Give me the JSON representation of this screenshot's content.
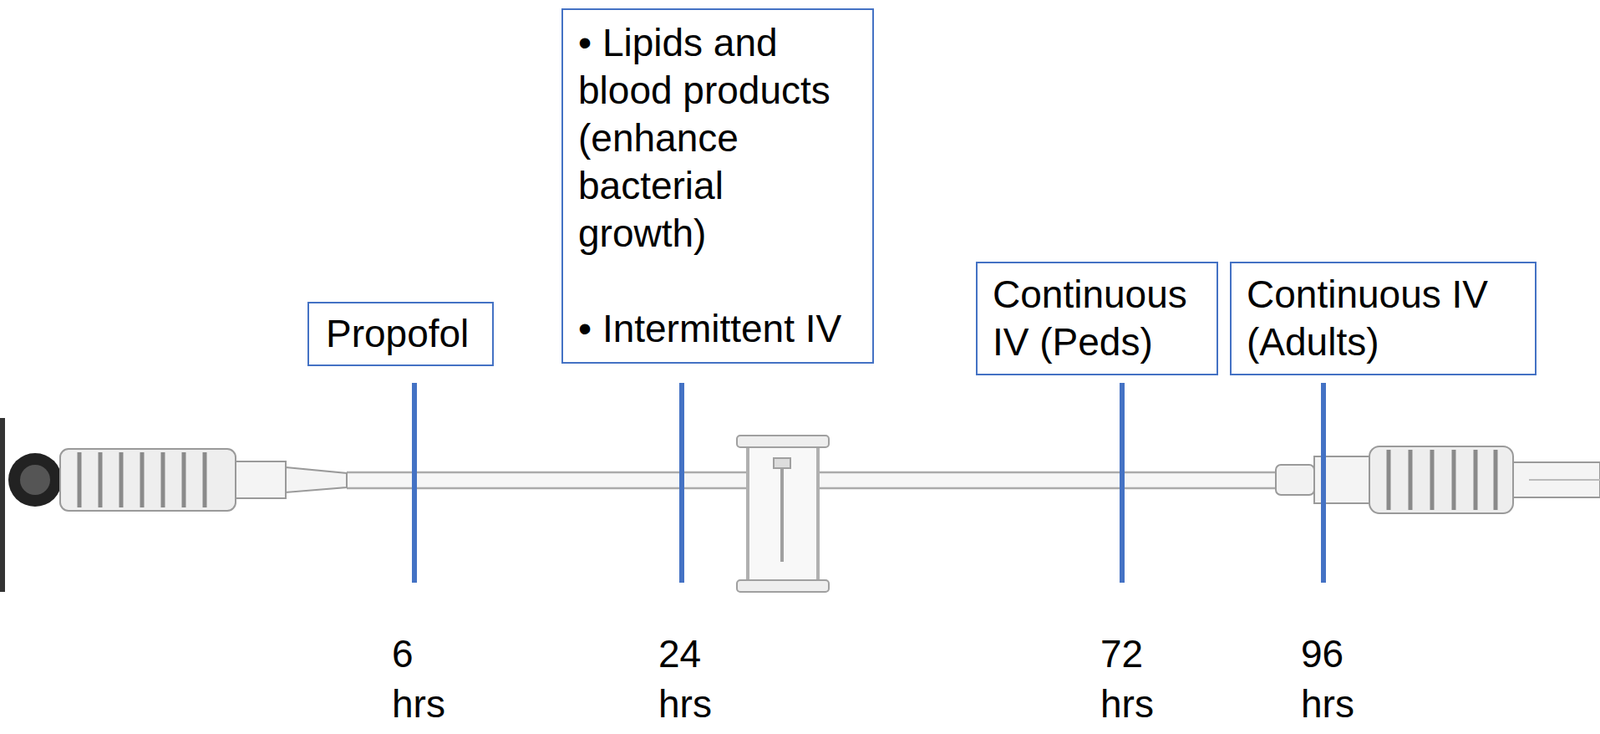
{
  "diagram": {
    "nodes": [
      {
        "text": [
          "Propofol"
        ]
      },
      {
        "text": [
          "• Lipids and blood products (enhance bacterial growth)",
          "• Intermittent IV"
        ]
      },
      {
        "text": [
          "Continuous IV (Peds)"
        ]
      },
      {
        "text": [
          "Continuous IV (Adults)"
        ]
      }
    ],
    "labels": [
      "6 hrs",
      "24 hrs",
      "72 hrs",
      "96 hrs"
    ]
  }
}
